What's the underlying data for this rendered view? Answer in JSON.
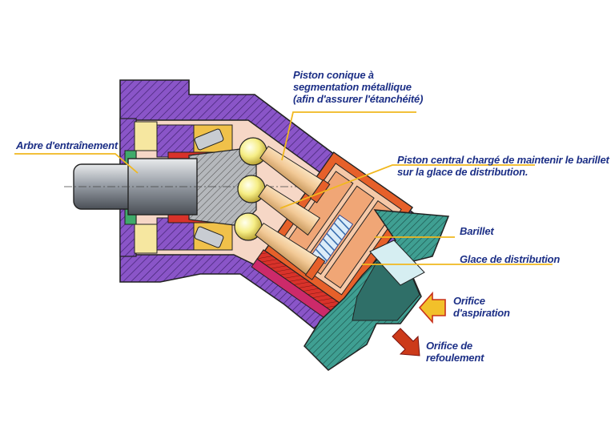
{
  "labels": {
    "arbre": "Arbre d'entraînement",
    "piston_conique": [
      "Piston conique à",
      "segmentation métallique",
      "(afin d'assurer l'étanchéité)"
    ],
    "piston_central": [
      "Piston central chargé de maintenir le barillet",
      "sur la glace de distribution."
    ],
    "barillet": "Barillet",
    "glace": "Glace de distribution",
    "aspiration": [
      "Orifice",
      "d'aspiration"
    ],
    "refoulement": [
      "Orifice de",
      "refoulement"
    ]
  },
  "colors": {
    "housing": "#8a55c8",
    "housing_hatch": "#3b1f6a",
    "block": "#f6d7c6",
    "outline": "#222222",
    "label_text": "#1c2f86",
    "leader": "#f1b81f",
    "piston": "#f2c996",
    "cylinder": "#e6602a",
    "spring": "#6aa4d8",
    "port_plate": "#cc2a6a",
    "valve_plate": "#3f9f92",
    "shaft": "#9aa0a8",
    "bearing_red": "#d8322a",
    "ball": "#f6ee86",
    "arrow_in": "#f2c02a",
    "arrow_out": "#cc3a1a"
  }
}
